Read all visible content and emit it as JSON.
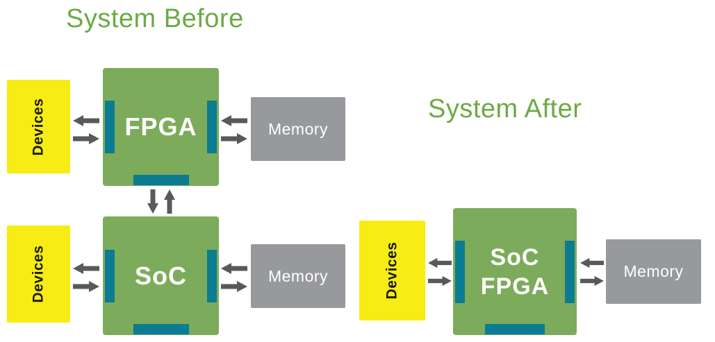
{
  "titles": {
    "before": "System Before",
    "after": "System After"
  },
  "colors": {
    "title_green": "#6caa44",
    "box_green": "#7dab5c",
    "devices_yellow": "#f7ec13",
    "memory_gray": "#97999c",
    "port_teal": "#0b7c92",
    "arrow_gray": "#58595b",
    "box_label_white": "#ffffff",
    "devices_text_black": "#1a1a1a"
  },
  "system_before": {
    "fpga": {
      "label": "FPGA"
    },
    "soc": {
      "label": "SoC"
    },
    "devices_top": {
      "label": "Devices"
    },
    "devices_bottom": {
      "label": "Devices"
    },
    "memory_top": {
      "label": "Memory"
    },
    "memory_bottom": {
      "label": "Memory"
    }
  },
  "system_after": {
    "soc_fpga": {
      "line1": "SoC",
      "line2": "FPGA"
    },
    "devices": {
      "label": "Devices"
    },
    "memory": {
      "label": "Memory"
    }
  }
}
